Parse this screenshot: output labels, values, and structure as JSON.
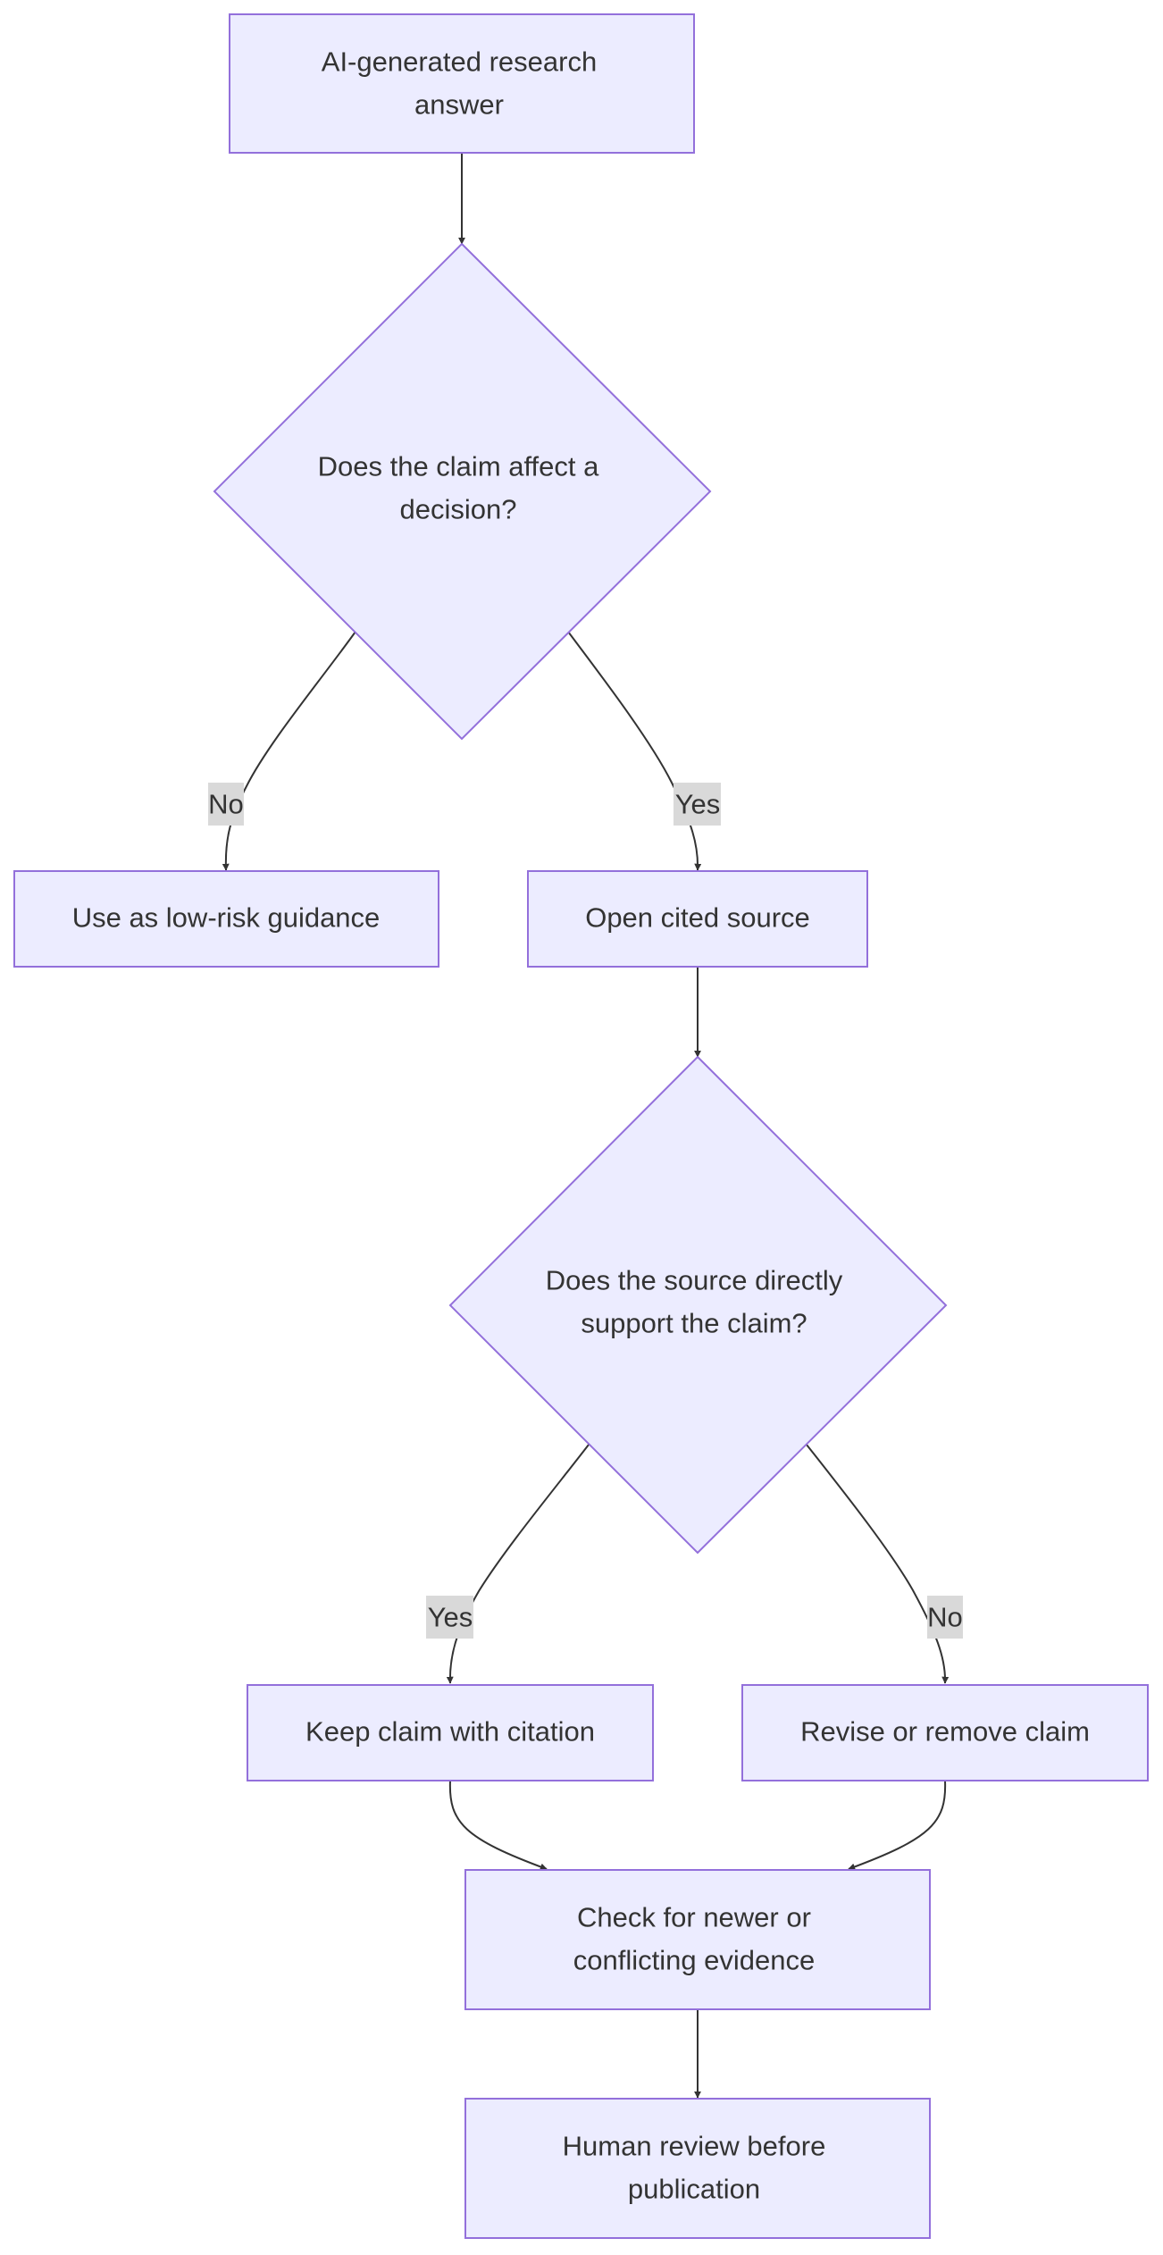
{
  "colors": {
    "node_fill": "#ECECFF",
    "node_stroke": "#9370DB",
    "edge": "#333333",
    "label_bg": "#D9D9D9",
    "text": "#333333"
  },
  "nodes": {
    "start": [
      "AI-generated research",
      "answer"
    ],
    "decision_affects": [
      "Does the claim affect a",
      "decision?"
    ],
    "low_risk": [
      "Use as low-risk guidance"
    ],
    "open_source": [
      "Open cited source"
    ],
    "decision_supports": [
      "Does the source directly",
      "support the claim?"
    ],
    "keep_claim": [
      "Keep claim with citation"
    ],
    "revise_claim": [
      "Revise or remove claim"
    ],
    "check_evidence": [
      "Check for newer or",
      "conflicting evidence"
    ],
    "human_review": [
      "Human review before",
      "publication"
    ]
  },
  "edges": {
    "affects_no": "No",
    "affects_yes": "Yes",
    "supports_yes": "Yes",
    "supports_no": "No"
  }
}
